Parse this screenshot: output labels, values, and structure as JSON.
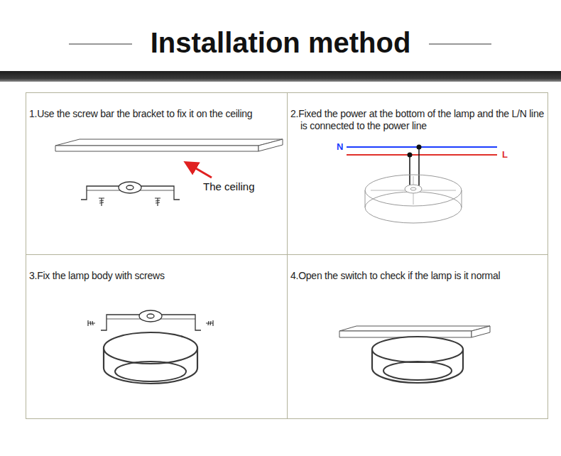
{
  "diagram": {
    "title": "Installation method",
    "nodes": [
      {
        "text": [
          "1.Use the screw bar the bracket to fix it on the ceiling"
        ]
      },
      {
        "text": [
          "2.Fixed the power at the bottom of the lamp and the L/N line is connected to the power line"
        ]
      },
      {
        "text": [
          "3.Fix the lamp body with screws"
        ]
      },
      {
        "text": [
          "4.Open the switch to check if the lamp is it normal"
        ]
      }
    ],
    "labels": [
      "The ceiling",
      "N",
      "L"
    ]
  }
}
